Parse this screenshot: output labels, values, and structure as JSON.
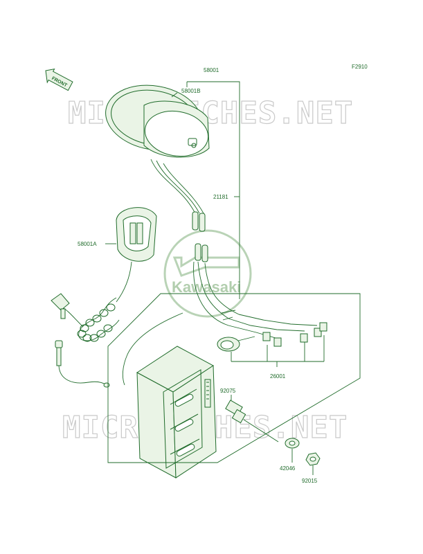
{
  "figure_id": "F2910",
  "front_label": "FRONT",
  "watermark": "MICROFICHES.NET",
  "brand": "Kawasaki",
  "parts": [
    {
      "id": "p-58001",
      "number": "58001"
    },
    {
      "id": "p-58001B",
      "number": "58001B"
    },
    {
      "id": "p-21181",
      "number": "21181"
    },
    {
      "id": "p-58001A",
      "number": "58001A"
    },
    {
      "id": "p-26001",
      "number": "26001"
    },
    {
      "id": "p-92075",
      "number": "92075"
    },
    {
      "id": "p-42046",
      "number": "42046"
    },
    {
      "id": "p-92015",
      "number": "92015"
    }
  ]
}
